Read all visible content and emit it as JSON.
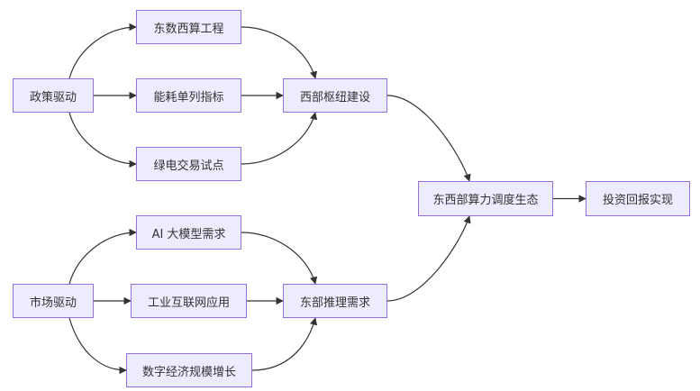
{
  "nodes": {
    "policy": "政策驱动",
    "east_west": "东数西算工程",
    "energy": "能耗单列指标",
    "green_power": "绿电交易试点",
    "west_hub": "西部枢纽建设",
    "market": "市场驱动",
    "ai_model": "AI 大模型需求",
    "industrial": "工业互联网应用",
    "digital_economy": "数字经济规模增长",
    "east_inference": "东部推理需求",
    "ecosystem": "东西部算力调度生态",
    "roi": "投资回报实现"
  },
  "edges": [
    [
      "policy",
      "east_west"
    ],
    [
      "policy",
      "energy"
    ],
    [
      "policy",
      "green_power"
    ],
    [
      "east_west",
      "west_hub"
    ],
    [
      "energy",
      "west_hub"
    ],
    [
      "green_power",
      "west_hub"
    ],
    [
      "market",
      "ai_model"
    ],
    [
      "market",
      "industrial"
    ],
    [
      "market",
      "digital_economy"
    ],
    [
      "ai_model",
      "east_inference"
    ],
    [
      "industrial",
      "east_inference"
    ],
    [
      "digital_economy",
      "east_inference"
    ],
    [
      "west_hub",
      "ecosystem"
    ],
    [
      "east_inference",
      "ecosystem"
    ],
    [
      "ecosystem",
      "roi"
    ]
  ],
  "colors": {
    "node_fill": "#ececfe",
    "node_border": "#9370db",
    "edge": "#333333",
    "text": "#333333"
  }
}
